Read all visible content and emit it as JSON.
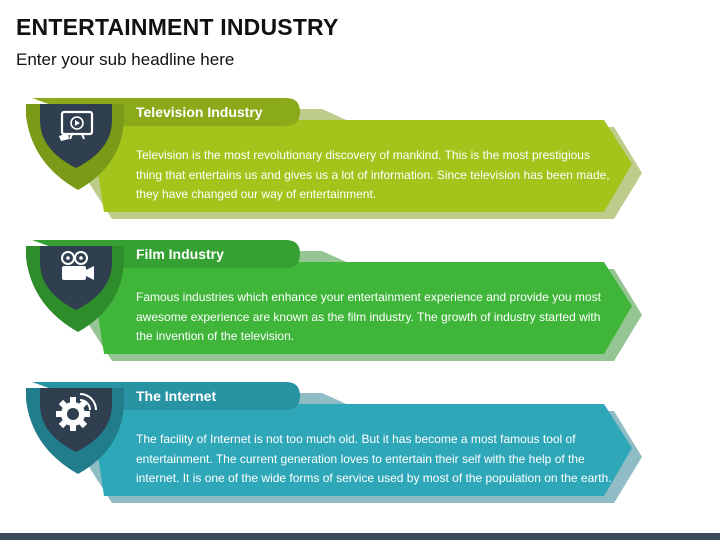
{
  "header": {
    "title": "ENTERTAINMENT INDUSTRY",
    "subtitle": "Enter your sub headline here"
  },
  "items": [
    {
      "heading": "Television Industry",
      "text": "Television is the most revolutionary discovery of mankind. This is the most prestigious thing that entertains us and gives us a lot of information. Since television has been made, they have changed our way of entertainment.",
      "icon": "television-icon",
      "colors": {
        "main": "#a4c41c",
        "dark": "#7b9a18",
        "tab": "#8aaa1a",
        "circle": "#2f3f4f"
      }
    },
    {
      "heading": "Film Industry",
      "text": "Famous industries which enhance your entertainment experience and provide you most awesome experience are known as the film industry. The growth of industry started with the invention of the television.",
      "icon": "film-camera-icon",
      "colors": {
        "main": "#3fb63a",
        "dark": "#2e8c2a",
        "tab": "#35a132",
        "circle": "#2f3f4f"
      }
    },
    {
      "heading": "The Internet",
      "text": "The facility of Internet is not too much old. But it has become a most famous tool of entertainment. The current generation loves to entertain their self with the help of the internet. It is one of the wide forms of service used by most of the population on the earth.",
      "icon": "internet-gear-icon",
      "colors": {
        "main": "#2ea7b9",
        "dark": "#217c8b",
        "tab": "#2893a3",
        "circle": "#2f3f4f"
      }
    }
  ]
}
